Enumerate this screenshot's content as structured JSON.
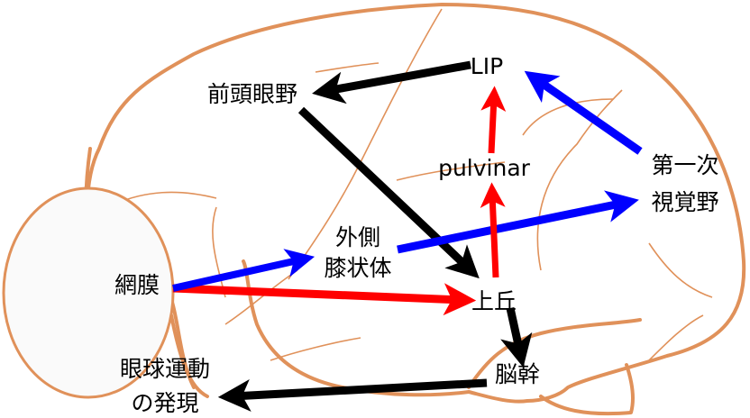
{
  "colors": {
    "outline": "#e0915a",
    "red_pathway": "#ff0000",
    "blue_pathway": "#0000ff",
    "black_pathway": "#000000"
  },
  "labels": {
    "lip": "LIP",
    "fef": "前頭眼野",
    "pulvinar": "pulvinar",
    "v1_line1": "第一次",
    "v1_line2": "視覚野",
    "lgn_line1": "外側",
    "lgn_line2": "膝状体",
    "retina": "網膜",
    "sc": "上丘",
    "brainstem": "脳幹",
    "eye_line1": "眼球運動",
    "eye_line2": "の発現"
  }
}
